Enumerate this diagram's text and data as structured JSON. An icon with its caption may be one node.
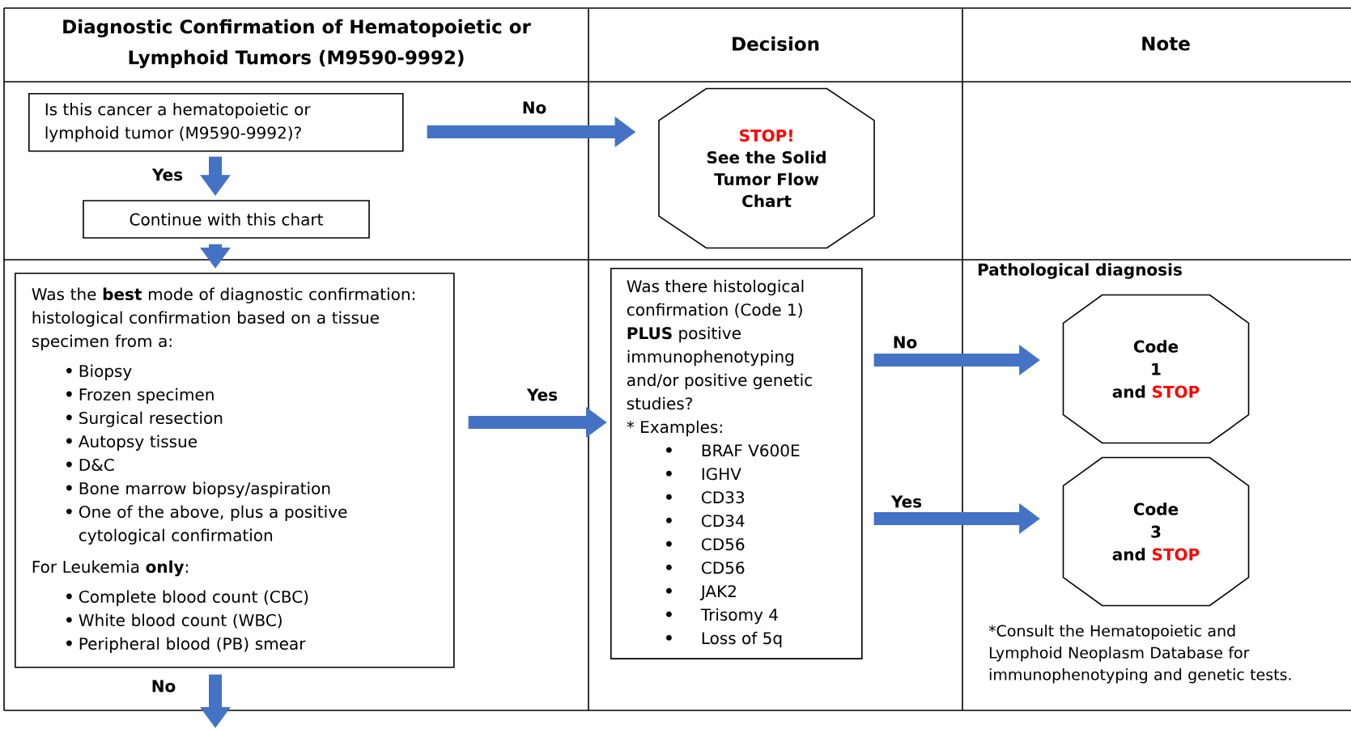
{
  "diagram": {
    "nodes": [
      {
        "text": [
          "Is this cancer a hematopoietic or lymphoid tumor (M9590-9992)?"
        ]
      },
      {
        "text": [
          "STOP!",
          "See the Solid Tumor Flow Chart"
        ]
      },
      {
        "text": [
          "Continue with this chart"
        ]
      },
      {
        "text": [
          "Was the **best** mode of diagnostic confirmation: histological confirmation based on a tissue specimen from a:",
          "Biopsy",
          "Frozen specimen",
          "Surgical resection",
          "Autopsy tissue",
          "D&C",
          "Bone marrow biopsy/aspiration",
          "One of the above, plus a positive cytological confirmation",
          "For Leukemia **only**:",
          "Complete blood count (CBC)",
          "White blood count (WBC)",
          "Peripheral blood (PB) smear"
        ]
      },
      {
        "text": [
          "Was there histological confirmation (Code 1) **PLUS** positive immunophenotyping and/or positive genetic studies?",
          "* Examples:",
          "BRAF V600E",
          "IGHV",
          "CD33",
          "CD34",
          "CD56",
          "CD56",
          "JAK2",
          "Trisomy 4",
          "Loss of 5q"
        ]
      },
      {
        "text": [
          "Code",
          "1",
          "and",
          "STOP"
        ]
      },
      {
        "text": [
          "Code",
          "3",
          "and",
          "STOP"
        ]
      }
    ],
    "edges": [
      {
        "from": 0,
        "to": 1,
        "arrow": "to",
        "label": "No"
      },
      {
        "from": 0,
        "to": 2,
        "arrow": "to",
        "label": "Yes"
      },
      {
        "from": 2,
        "to": 3,
        "arrow": "to"
      },
      {
        "from": 3,
        "to": 4,
        "arrow": "to",
        "label": "Yes"
      },
      {
        "from": 4,
        "to": 5,
        "arrow": "to",
        "label": "No"
      },
      {
        "from": 4,
        "to": 6,
        "arrow": "to",
        "label": "Yes"
      },
      {
        "from": 3,
        "to": null,
        "arrow": "to",
        "label": "No"
      }
    ],
    "labels": [
      "Diagnostic Confirmation of Hematopoietic or Lymphoid Tumors (M9590-9992)",
      "Decision",
      "Note",
      "Pathological diagnosis",
      "*Consult the Hematopoietic and Lymphoid Neoplasm Database for immunophenotyping and genetic tests."
    ]
  }
}
